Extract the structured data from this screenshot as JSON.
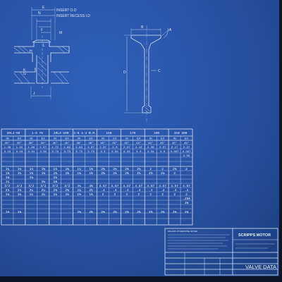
{
  "top_callouts": {
    "e": "E",
    "n": "N",
    "insert_od": "INSERT O.D",
    "insert_recess_id": "INSERT RECESS I.D",
    "f": "F",
    "m": "M",
    "h": "H",
    "l": "L",
    "k": "K",
    "g": "G",
    "j": "J",
    "b": "B",
    "a": "A",
    "d": "D",
    "c": "C"
  },
  "table": {
    "models": [
      "20L4-60",
      "1-6 75",
      "20L4-100",
      "1-6 1-4 B.M.",
      "150",
      "170",
      "200",
      "150 300"
    ],
    "subhead": [
      "IN",
      "EX",
      "IN",
      "EX",
      "IN",
      "EX",
      "IN",
      "EX",
      "IN",
      "EX",
      "IN",
      "EX",
      "IN",
      "EX",
      "IN",
      "EX"
    ],
    "rows": [
      [
        "30°",
        "30°",
        "30°",
        "30°",
        "45°",
        "45°",
        "30°",
        "45°",
        "45°",
        "45°",
        "45°",
        "45°",
        "45°",
        "45°",
        "45°",
        "45°"
      ],
      [
        "1.48",
        "1.32",
        "1.88",
        "1.57",
        "1.72",
        "1.62",
        "1.93",
        "1.87",
        "2.37",
        "2.0",
        "2.37",
        "2.12",
        "2.36",
        "2.37",
        "2.17",
        "2.37"
      ],
      [
        "3.18",
        "3.19",
        "4.34",
        "4.32",
        "3.73",
        "3.73",
        "3.73",
        "3.73",
        "4.3",
        "4.34",
        "4.34",
        "4.3",
        "4.34",
        "4.3",
        "4.367",
        "4.367"
      ],
      [
        "",
        "",
        "",
        "",
        "",
        "",
        "",
        "",
        "",
        "",
        "",
        "",
        "",
        "",
        "",
        "2.55"
      ]
    ],
    "hand_rows": [
      [
        "1¼",
        "1⅛",
        "1½",
        "1⅝",
        "1⅞",
        "1⅜",
        "1¼",
        "1⅝",
        "2⅜",
        "2⅛",
        "2⅝",
        "2⅛",
        "2",
        "2",
        "2⅝",
        "2"
      ],
      [
        "1⅜",
        "1⅛",
        "1⅜",
        "1⅝",
        "1⅝",
        "1⅝",
        "1⅜",
        "1⅝",
        "2⅝",
        "2⅛",
        "2⅝",
        "2⅛",
        "2⅝",
        "2⅛",
        "2",
        ""
      ],
      [
        "1⅛",
        "",
        "1⅛",
        "",
        "1⅛",
        "",
        "",
        "",
        "",
        "",
        "",
        "",
        "",
        "",
        "",
        ""
      ],
      [
        "1¼",
        "",
        "",
        "1⅛",
        "1⅜",
        "",
        "",
        "",
        "",
        "",
        "",
        "",
        "",
        "",
        "",
        ""
      ],
      [
        "3/2",
        "3/2",
        "3/2",
        "3/2",
        "3/2",
        "3/2",
        "4⅛",
        "4⅛",
        "4.57",
        "4.57",
        "4.57",
        "4.57",
        "4.57",
        "4.57",
        "4.57",
        "4.57"
      ],
      [
        "2⅞",
        "2⅞",
        "2¼",
        "2¼",
        "2⅝",
        "2⅝",
        "2¾",
        "2¾",
        ".4",
        ".4",
        ".4",
        ".4",
        ".4",
        ".4",
        ".4",
        ".4"
      ],
      [
        "1⅛",
        "1⅛",
        "1¼",
        "1¼",
        "1⅛",
        "1⅛",
        "1⅜",
        "1⅛",
        "2",
        "2",
        "2",
        "2",
        "2",
        "2",
        "2",
        "2"
      ],
      [
        "",
        "",
        "",
        "",
        "",
        "",
        "",
        "",
        "",
        "",
        "",
        "",
        "",
        "",
        "",
        ".250"
      ],
      [
        "",
        "",
        "",
        "",
        "",
        "",
        "",
        "",
        "",
        "",
        "",
        "",
        "",
        "",
        "",
        "2⅜"
      ],
      [
        "1⅜",
        "1⅜",
        "",
        "",
        "",
        "",
        "2⅜",
        "2⅜",
        "2⅜",
        "2⅜",
        "2⅜",
        "2⅜",
        "2⅜",
        "2⅜",
        "2⅜",
        "2⅜"
      ]
    ]
  },
  "title_block": {
    "company": "SCRIPPS MOTOR",
    "title": "VALVE DATA",
    "notes_heading": "UNLESS OTHERWISE NOTED"
  }
}
